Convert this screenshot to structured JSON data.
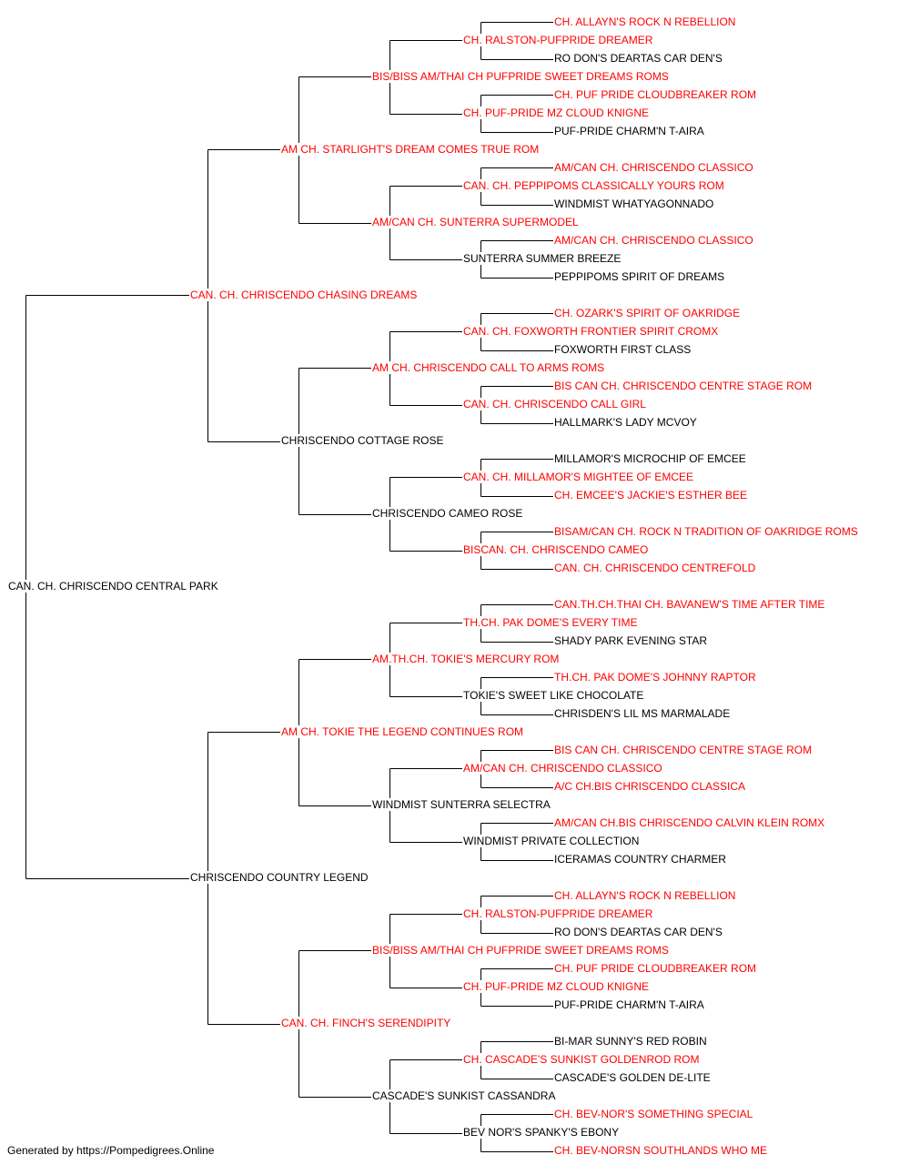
{
  "colors": {
    "titled": "#ff0000",
    "plain": "#000000",
    "connector": "#000000"
  },
  "footer": "Generated by https://Pompedigrees.Online",
  "pedigree": {
    "name": "CAN. CH. CHRISCENDO CENTRAL PARK",
    "titled": false,
    "sire": {
      "name": "CAN. CH. CHRISCENDO CHASING DREAMS",
      "titled": true,
      "sire": {
        "name": "AM CH. STARLIGHT'S DREAM COMES TRUE ROM",
        "titled": true,
        "sire": {
          "name": "BIS/BISS AM/THAI CH PUFPRIDE SWEET DREAMS ROMS",
          "titled": true,
          "sire": {
            "name": "CH. RALSTON-PUFPRIDE DREAMER",
            "titled": true,
            "sire": {
              "name": "CH. ALLAYN'S ROCK N REBELLION",
              "titled": true
            },
            "dam": {
              "name": "RO DON'S DEARTAS CAR DEN'S",
              "titled": false
            }
          },
          "dam": {
            "name": "CH. PUF-PRIDE MZ CLOUD KNIGNE",
            "titled": true,
            "sire": {
              "name": "CH. PUF PRIDE CLOUDBREAKER ROM",
              "titled": true
            },
            "dam": {
              "name": "PUF-PRIDE CHARM'N T-AIRA",
              "titled": false
            }
          }
        },
        "dam": {
          "name": "AM/CAN CH. SUNTERRA SUPERMODEL",
          "titled": true,
          "sire": {
            "name": "CAN. CH. PEPPIPOMS CLASSICALLY YOURS ROM",
            "titled": true,
            "sire": {
              "name": "AM/CAN CH. CHRISCENDO CLASSICO",
              "titled": true
            },
            "dam": {
              "name": "WINDMIST WHATYAGONNADO",
              "titled": false
            }
          },
          "dam": {
            "name": "SUNTERRA SUMMER BREEZE",
            "titled": false,
            "sire": {
              "name": "AM/CAN CH. CHRISCENDO CLASSICO",
              "titled": true
            },
            "dam": {
              "name": "PEPPIPOMS SPIRIT OF DREAMS",
              "titled": false
            }
          }
        }
      },
      "dam": {
        "name": "CHRISCENDO COTTAGE ROSE",
        "titled": false,
        "sire": {
          "name": "AM CH. CHRISCENDO CALL TO ARMS ROMS",
          "titled": true,
          "sire": {
            "name": "CAN. CH. FOXWORTH FRONTIER SPIRIT CROMX",
            "titled": true,
            "sire": {
              "name": "CH. OZARK'S SPIRIT OF OAKRIDGE",
              "titled": true
            },
            "dam": {
              "name": "FOXWORTH FIRST CLASS",
              "titled": false
            }
          },
          "dam": {
            "name": "CAN. CH. CHRISCENDO CALL GIRL",
            "titled": true,
            "sire": {
              "name": "BIS CAN CH. CHRISCENDO CENTRE STAGE ROM",
              "titled": true
            },
            "dam": {
              "name": "HALLMARK'S LADY MCVOY",
              "titled": false
            }
          }
        },
        "dam": {
          "name": "CHRISCENDO CAMEO ROSE",
          "titled": false,
          "sire": {
            "name": "CAN. CH. MILLAMOR'S MIGHTEE OF EMCEE",
            "titled": true,
            "sire": {
              "name": "MILLAMOR'S MICROCHIP OF EMCEE",
              "titled": false
            },
            "dam": {
              "name": "CH. EMCEE'S JACKIE'S ESTHER BEE",
              "titled": true
            }
          },
          "dam": {
            "name": "BISCAN. CH. CHRISCENDO CAMEO",
            "titled": true,
            "sire": {
              "name": "BISAM/CAN CH. ROCK N TRADITION OF OAKRIDGE ROMS",
              "titled": true
            },
            "dam": {
              "name": "CAN. CH. CHRISCENDO CENTREFOLD",
              "titled": true
            }
          }
        }
      }
    },
    "dam": {
      "name": "CHRISCENDO COUNTRY LEGEND",
      "titled": false,
      "sire": {
        "name": "AM CH. TOKIE THE LEGEND CONTINUES ROM",
        "titled": true,
        "sire": {
          "name": "AM.TH.CH. TOKIE'S MERCURY ROM",
          "titled": true,
          "sire": {
            "name": "TH.CH. PAK DOME'S EVERY TIME",
            "titled": true,
            "sire": {
              "name": "CAN.TH.CH.THAI CH. BAVANEW'S TIME AFTER TIME",
              "titled": true
            },
            "dam": {
              "name": "SHADY PARK EVENING STAR",
              "titled": false
            }
          },
          "dam": {
            "name": "TOKIE'S SWEET LIKE CHOCOLATE",
            "titled": false,
            "sire": {
              "name": "TH.CH. PAK DOME'S JOHNNY RAPTOR",
              "titled": true
            },
            "dam": {
              "name": "CHRISDEN'S LIL MS MARMALADE",
              "titled": false
            }
          }
        },
        "dam": {
          "name": "WINDMIST SUNTERRA SELECTRA",
          "titled": false,
          "sire": {
            "name": "AM/CAN CH. CHRISCENDO CLASSICO",
            "titled": true,
            "sire": {
              "name": "BIS CAN CH. CHRISCENDO CENTRE STAGE ROM",
              "titled": true
            },
            "dam": {
              "name": "A/C CH.BIS CHRISCENDO CLASSICA",
              "titled": true
            }
          },
          "dam": {
            "name": "WINDMIST PRIVATE COLLECTION",
            "titled": false,
            "sire": {
              "name": "AM/CAN CH.BIS CHRISCENDO CALVIN KLEIN ROMX",
              "titled": true
            },
            "dam": {
              "name": "ICERAMAS COUNTRY CHARMER",
              "titled": false
            }
          }
        }
      },
      "dam": {
        "name": "CAN. CH. FINCH'S SERENDIPITY",
        "titled": true,
        "sire": {
          "name": "BIS/BISS AM/THAI CH PUFPRIDE SWEET DREAMS ROMS",
          "titled": true,
          "sire": {
            "name": "CH. RALSTON-PUFPRIDE DREAMER",
            "titled": true,
            "sire": {
              "name": "CH. ALLAYN'S ROCK N REBELLION",
              "titled": true
            },
            "dam": {
              "name": "RO DON'S DEARTAS CAR DEN'S",
              "titled": false
            }
          },
          "dam": {
            "name": "CH. PUF-PRIDE MZ CLOUD KNIGNE",
            "titled": true,
            "sire": {
              "name": "CH. PUF PRIDE CLOUDBREAKER ROM",
              "titled": true
            },
            "dam": {
              "name": "PUF-PRIDE CHARM'N T-AIRA",
              "titled": false
            }
          }
        },
        "dam": {
          "name": "CASCADE'S SUNKIST CASSANDRA",
          "titled": false,
          "sire": {
            "name": "CH. CASCADE'S SUNKIST GOLDENROD ROM",
            "titled": true,
            "sire": {
              "name": "BI-MAR SUNNY'S RED ROBIN",
              "titled": false
            },
            "dam": {
              "name": "CASCADE'S GOLDEN DE-LITE",
              "titled": false
            }
          },
          "dam": {
            "name": "BEV NOR'S SPANKY'S EBONY",
            "titled": false,
            "sire": {
              "name": "CH. BEV-NOR'S SOMETHING SPECIAL",
              "titled": true
            },
            "dam": {
              "name": "CH. BEV-NORSN SOUTHLANDS WHO ME",
              "titled": true
            }
          }
        }
      }
    }
  }
}
